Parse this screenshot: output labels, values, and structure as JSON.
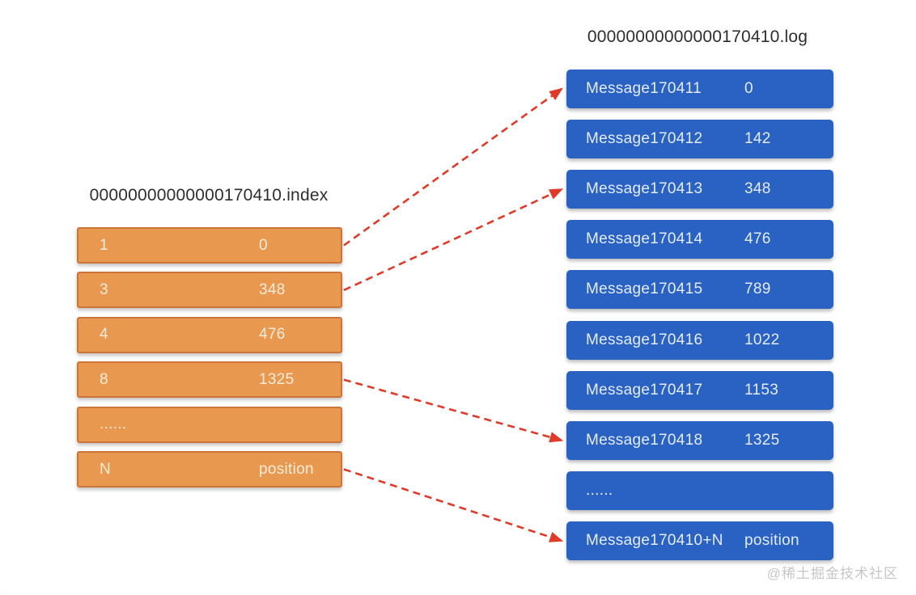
{
  "diagram": {
    "description": "Kafka segment index file to log file offset mapping"
  },
  "index_file": {
    "title": "00000000000000170410.index",
    "rows": [
      {
        "offset": "1",
        "position": "0"
      },
      {
        "offset": "3",
        "position": "348"
      },
      {
        "offset": "4",
        "position": "476"
      },
      {
        "offset": "8",
        "position": "1325"
      },
      {
        "offset": "......",
        "position": ""
      },
      {
        "offset": "N",
        "position": "position"
      }
    ]
  },
  "log_file": {
    "title": "00000000000000170410.log",
    "rows": [
      {
        "message": "Message170411",
        "offset": "0"
      },
      {
        "message": "Message170412",
        "offset": "142"
      },
      {
        "message": "Message170413",
        "offset": "348"
      },
      {
        "message": "Message170414",
        "offset": "476"
      },
      {
        "message": "Message170415",
        "offset": "789"
      },
      {
        "message": "Message170416",
        "offset": "1022"
      },
      {
        "message": "Message170417",
        "offset": "1153"
      },
      {
        "message": "Message170418",
        "offset": "1325"
      },
      {
        "message": "......",
        "offset": ""
      },
      {
        "message": "Message170410+N",
        "offset": "position"
      }
    ]
  },
  "arrows": [
    {
      "from_index_row": 0,
      "to_log_row": 0
    },
    {
      "from_index_row": 1,
      "to_log_row": 2
    },
    {
      "from_index_row": 3,
      "to_log_row": 7
    },
    {
      "from_index_row": 5,
      "to_log_row": 9
    }
  ],
  "watermark": {
    "text": "@稀土掘金技术社区"
  },
  "colors": {
    "index_box_fill": "#E9984F",
    "index_box_border": "#CF7439",
    "index_box_text": "#F6ECDB",
    "log_box_fill": "#2A62C4",
    "log_box_text": "#E4ECF9",
    "arrow": "#E03A28",
    "title_text": "#2E2E2E",
    "watermark_text": "#C6C6C6"
  }
}
